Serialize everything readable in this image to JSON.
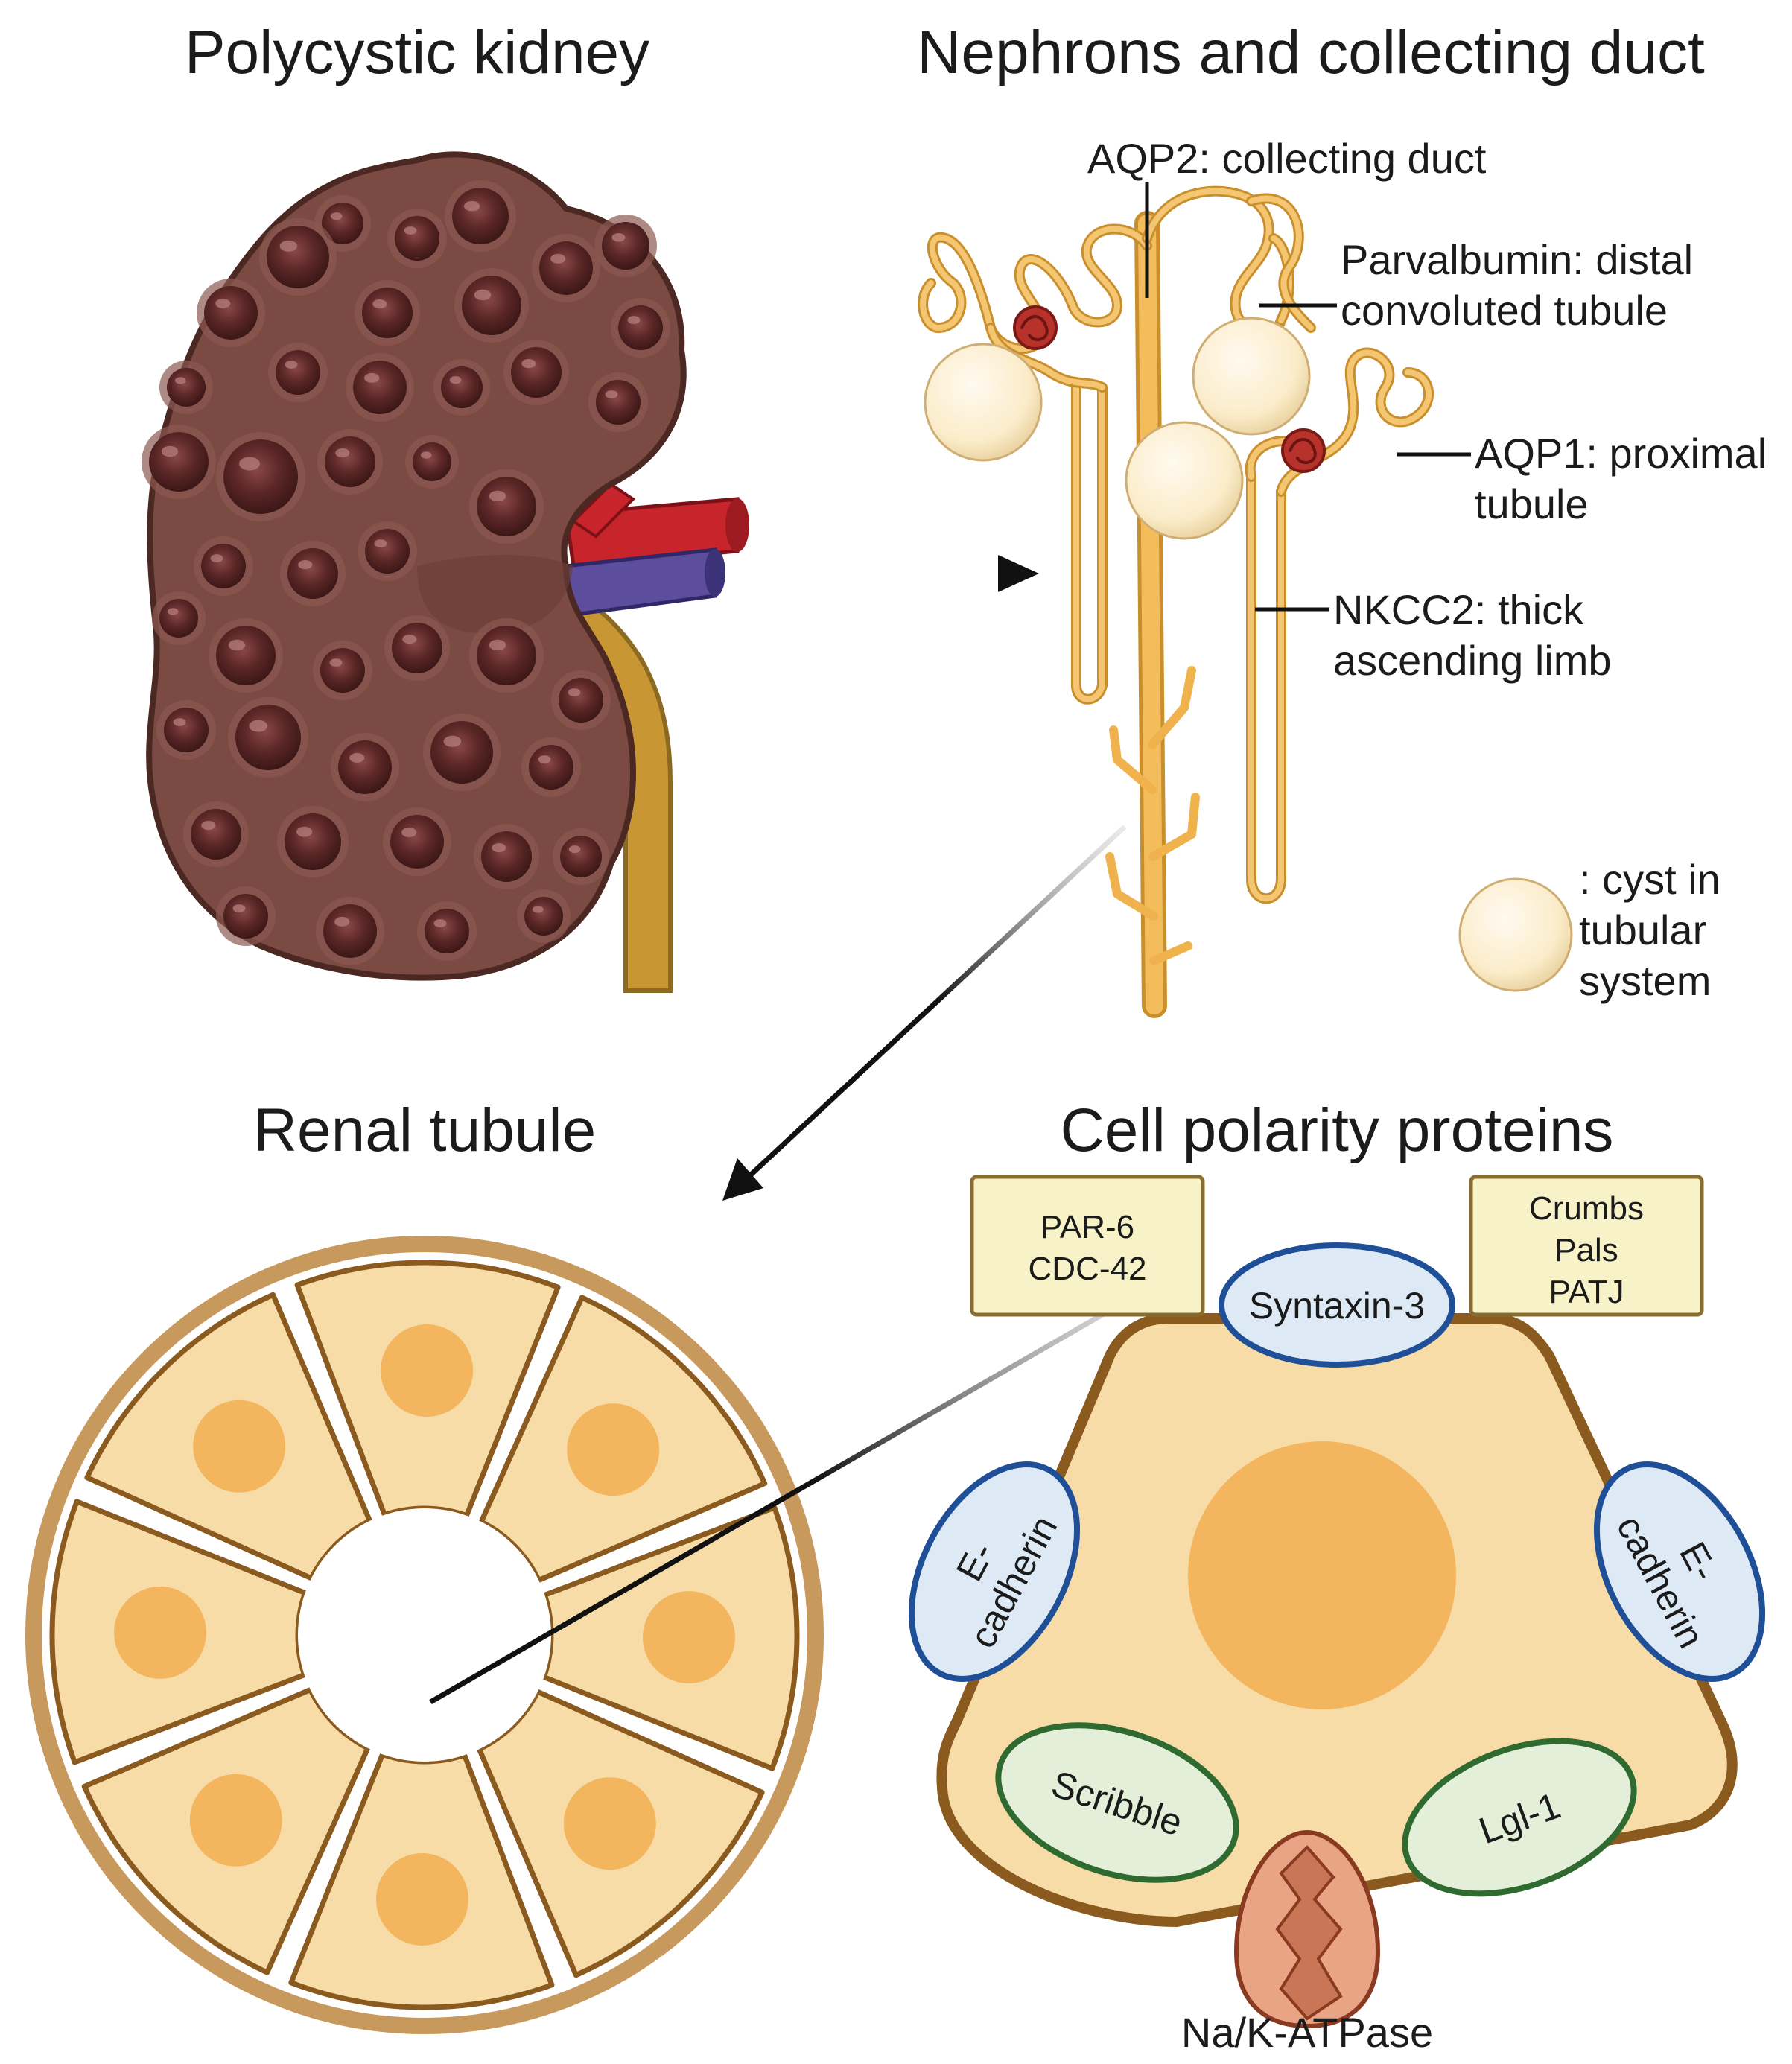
{
  "titles": {
    "kidney": "Polycystic kidney",
    "nephron": "Nephrons and collecting duct",
    "tubule": "Renal tubule",
    "polarity": "Cell polarity proteins"
  },
  "markers": {
    "aqp2": "AQP2: collecting duct",
    "parv_1": "Parvalbumin: distal",
    "parv_2": "convoluted tubule",
    "aqp1_1": "AQP1: proximal",
    "aqp1_2": "tubule",
    "nkcc2_1": "NKCC2: thick",
    "nkcc2_2": "ascending limb"
  },
  "legend": {
    "line1": ": cyst in",
    "line2": "tubular",
    "line3": "system"
  },
  "polarity": {
    "box_left_1": "PAR-6",
    "box_left_2": "CDC-42",
    "box_right_1": "Crumbs",
    "box_right_2": "Pals",
    "box_right_3": "PATJ",
    "syntaxin": "Syntaxin-3",
    "ecad_1": "E-",
    "ecad_2": "cadherin",
    "scribble": "Scribble",
    "lgl": "Lgl-1",
    "pump": "Na/K-ATPase"
  },
  "colors": {
    "kidney": "#7a4a43",
    "cyst_dark": "#5a2626",
    "tubule": "#f0b24d",
    "cell_fill": "#f8dca8",
    "cell_border": "#8a5a1f",
    "nucleus": "#f3b65e",
    "box_fill": "#f8f2c8",
    "syntaxin_fill": "#dde9f5",
    "protein_blue": "#1f4f96",
    "protein_green": "#2f6a30",
    "green_fill": "#e4efd9",
    "artery": "#c8242c",
    "vein": "#5c4d9d",
    "ureter": "#c89632"
  }
}
